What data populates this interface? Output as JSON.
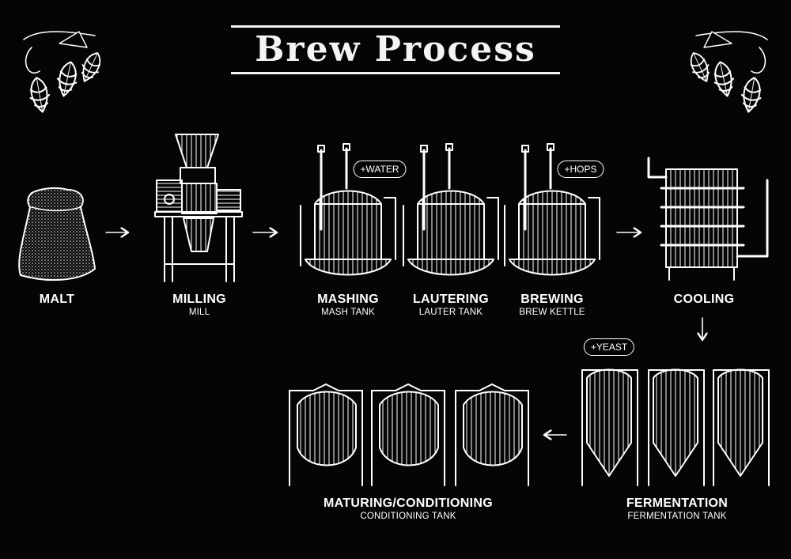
{
  "title": "Brew Process",
  "steps": [
    {
      "id": "malt",
      "label": "MALT",
      "sub": ""
    },
    {
      "id": "milling",
      "label": "MILLING",
      "sub": "MILL"
    },
    {
      "id": "mashing",
      "label": "MASHING",
      "sub": "MASH TANK"
    },
    {
      "id": "lautering",
      "label": "LAUTERING",
      "sub": "LAUTER TANK"
    },
    {
      "id": "brewing",
      "label": "BREWING",
      "sub": "BREW KETTLE"
    },
    {
      "id": "cooling",
      "label": "COOLING",
      "sub": ""
    },
    {
      "id": "fermentation",
      "label": "FERMENTATION",
      "sub": "FERMENTATION TANK"
    },
    {
      "id": "maturing",
      "label": "MATURING/CONDITIONING",
      "sub": "CONDITIONING TANK"
    }
  ],
  "badges": {
    "water": "+WATER",
    "hops": "+HOPS",
    "yeast": "+YEAST"
  },
  "icons": [
    "hops-icon",
    "malt-sack-icon",
    "mill-icon",
    "mash-tank-icon",
    "lauter-tank-icon",
    "brew-kettle-icon",
    "cooler-icon",
    "fermentation-tank-icon",
    "conditioning-tank-icon",
    "arrow-right-icon",
    "arrow-down-icon",
    "arrow-left-icon"
  ],
  "colors": {
    "background": "#050505",
    "ink": "#ffffff"
  }
}
